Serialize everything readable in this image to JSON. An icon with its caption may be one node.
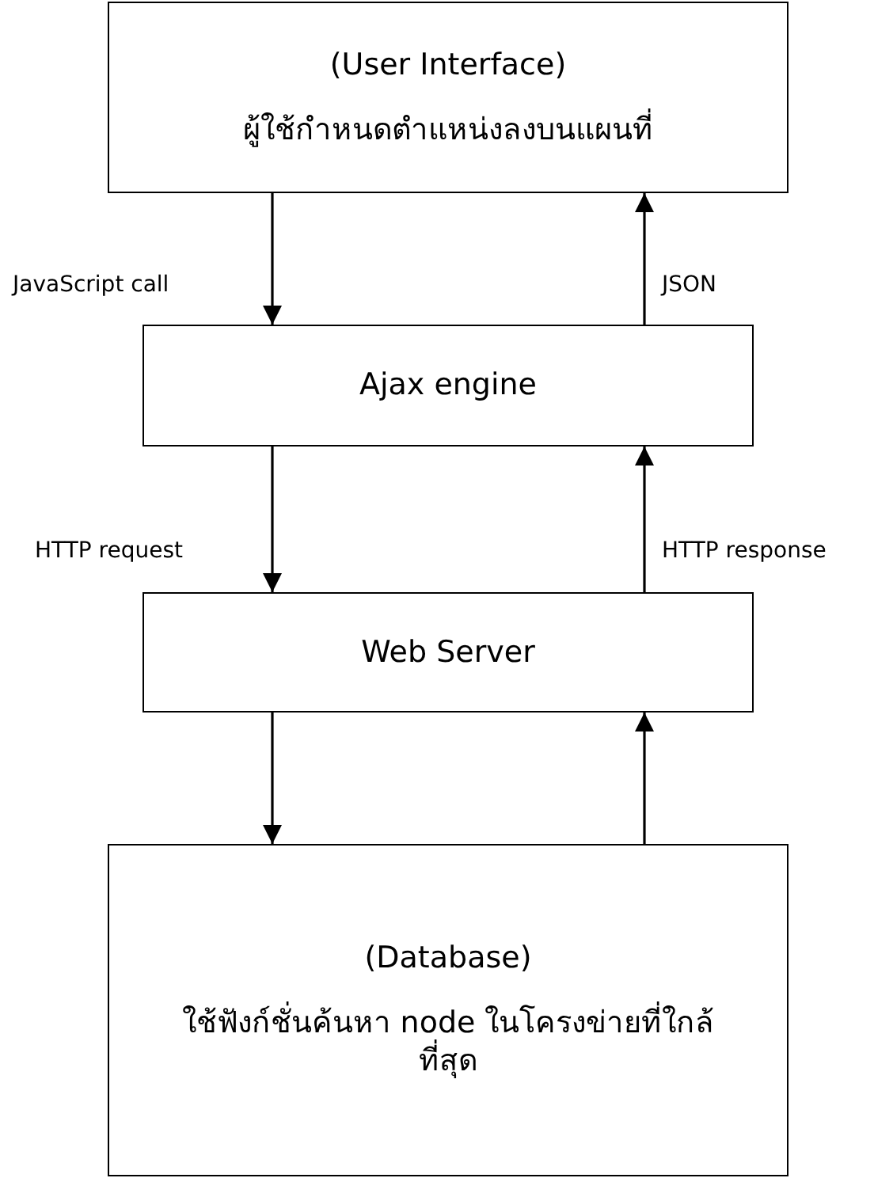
{
  "diagram": {
    "nodes": [
      {
        "text": [
          "(User Interface)",
          "ผู้ใช้กำหนดตำแหน่งลงบนแผนที่"
        ]
      },
      {
        "text": [
          "Ajax engine"
        ]
      },
      {
        "text": [
          "Web Server"
        ]
      },
      {
        "text": [
          "(Database)",
          "ใช้ฟังก์ชั่นค้นหา node ในโครงข่ายที่ใกล้ที่สุด"
        ]
      }
    ],
    "edges": [
      {
        "from": 0,
        "to": 1,
        "arrow": "to",
        "label": "JavaScript call"
      },
      {
        "from": 1,
        "to": 0,
        "arrow": "to",
        "label": "JSON"
      },
      {
        "from": 1,
        "to": 2,
        "arrow": "to",
        "label": "HTTP request"
      },
      {
        "from": 2,
        "to": 1,
        "arrow": "to",
        "label": "HTTP response"
      },
      {
        "from": 2,
        "to": 3,
        "arrow": "to"
      },
      {
        "from": 3,
        "to": 2,
        "arrow": "to"
      }
    ]
  }
}
